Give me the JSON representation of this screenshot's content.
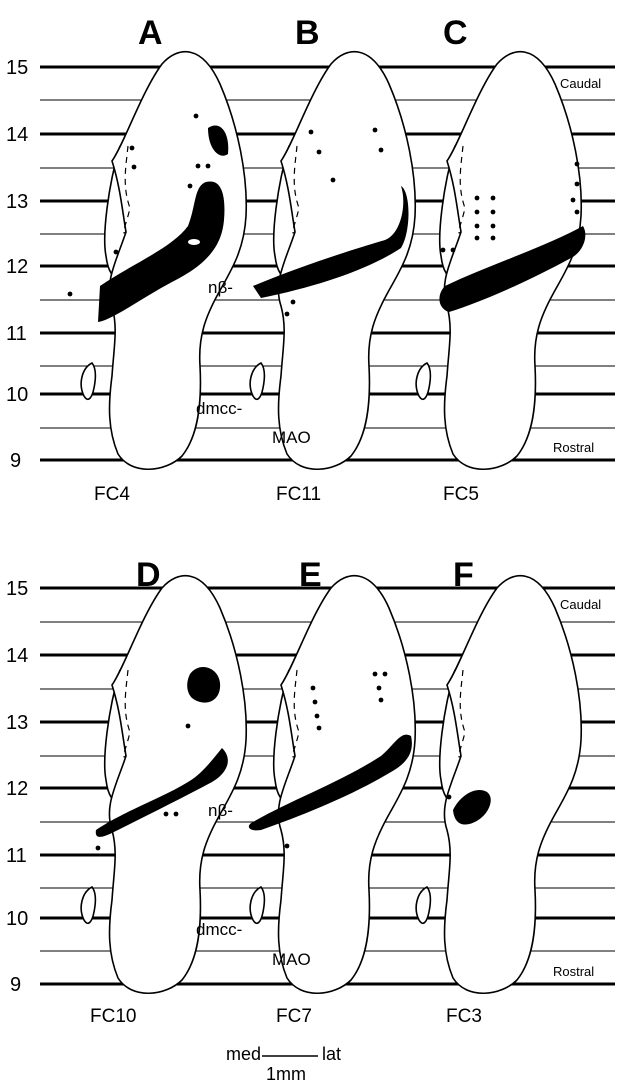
{
  "panels": [
    {
      "letter": "A",
      "case": "FC4"
    },
    {
      "letter": "B",
      "case": "FC11"
    },
    {
      "letter": "C",
      "case": "FC5"
    },
    {
      "letter": "D",
      "case": "FC10"
    },
    {
      "letter": "E",
      "case": "FC7"
    },
    {
      "letter": "F",
      "case": "FC3"
    }
  ],
  "axis_ticks": [
    "15",
    "14",
    "13",
    "12",
    "11",
    "10",
    "9"
  ],
  "direction_labels": {
    "top": "Caudal",
    "bottom": "Rostral"
  },
  "structure_labels": {
    "n_beta": "nβ-",
    "dmcc": "dmcc-",
    "mao": "MAO"
  },
  "scale_bar": {
    "left": "med",
    "right": "lat",
    "length": "1mm"
  }
}
